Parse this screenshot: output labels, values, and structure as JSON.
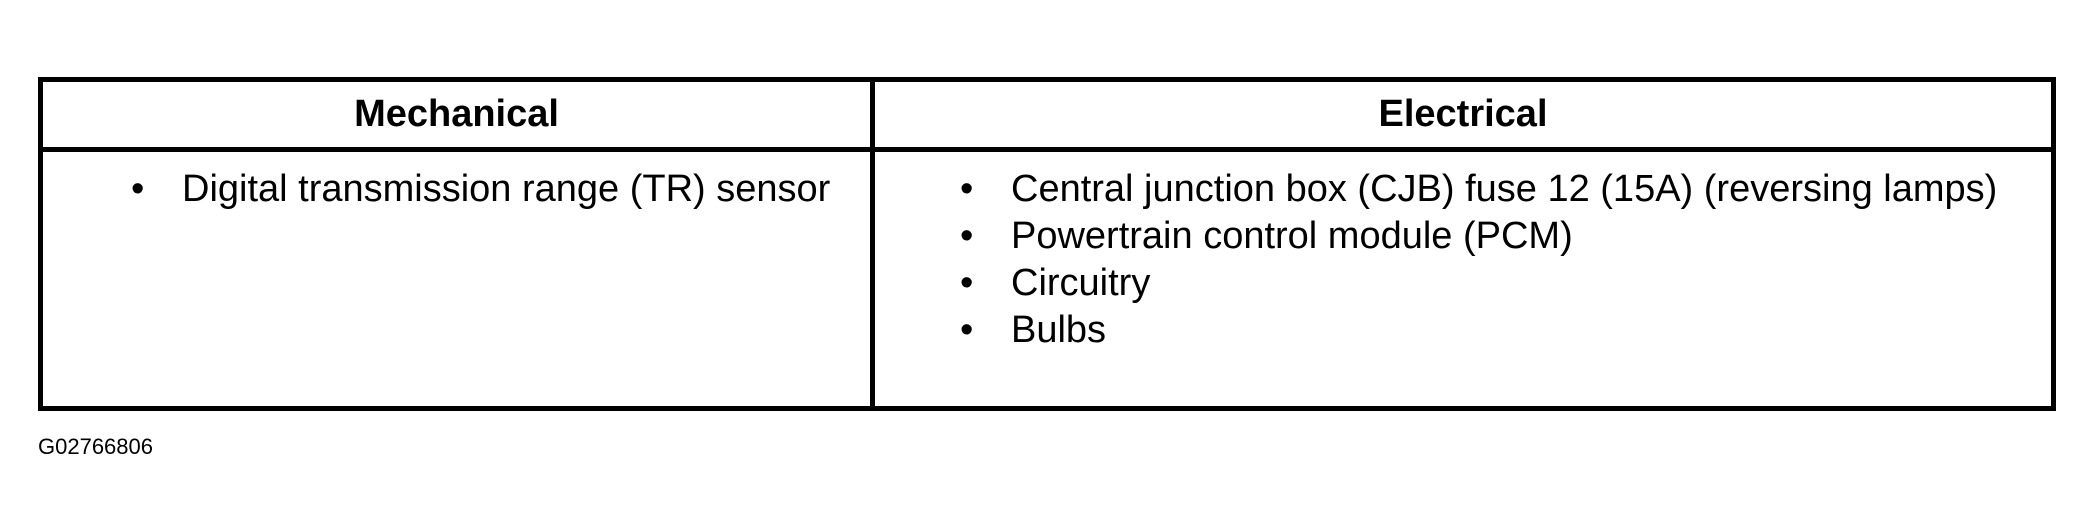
{
  "table": {
    "headers": [
      "Mechanical",
      "Electrical"
    ],
    "mechanical_items": [
      "Digital transmission range (TR) sensor"
    ],
    "electrical_items": [
      "Central junction box (CJB) fuse 12 (15A) (reversing lamps)",
      "Powertrain control module (PCM)",
      "Circuitry",
      "Bulbs"
    ],
    "bullet_glyph": "•"
  },
  "figure_code": "G02766806"
}
